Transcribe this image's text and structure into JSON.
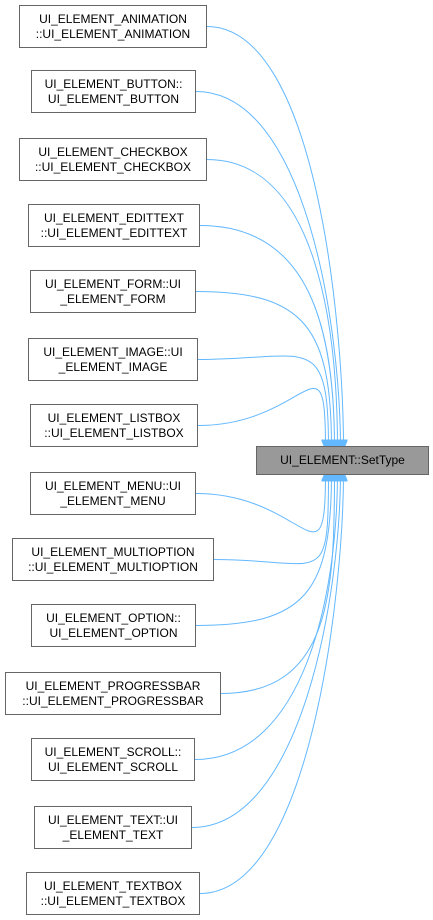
{
  "graph": {
    "target": {
      "label": "UI_ELEMENT::SetType"
    },
    "callers": [
      {
        "line1": "UI_ELEMENT_ANIMATION",
        "line2": "::UI_ELEMENT_ANIMATION"
      },
      {
        "line1": "UI_ELEMENT_BUTTON::",
        "line2": "UI_ELEMENT_BUTTON"
      },
      {
        "line1": "UI_ELEMENT_CHECKBOX",
        "line2": "::UI_ELEMENT_CHECKBOX"
      },
      {
        "line1": "UI_ELEMENT_EDITTEXT",
        "line2": "::UI_ELEMENT_EDITTEXT"
      },
      {
        "line1": "UI_ELEMENT_FORM::UI",
        "line2": "_ELEMENT_FORM"
      },
      {
        "line1": "UI_ELEMENT_IMAGE::UI",
        "line2": "_ELEMENT_IMAGE"
      },
      {
        "line1": "UI_ELEMENT_LISTBOX",
        "line2": "::UI_ELEMENT_LISTBOX"
      },
      {
        "line1": "UI_ELEMENT_MENU::UI",
        "line2": "_ELEMENT_MENU"
      },
      {
        "line1": "UI_ELEMENT_MULTIOPTION",
        "line2": "::UI_ELEMENT_MULTIOPTION"
      },
      {
        "line1": "UI_ELEMENT_OPTION::",
        "line2": "UI_ELEMENT_OPTION"
      },
      {
        "line1": "UI_ELEMENT_PROGRESSBAR",
        "line2": "::UI_ELEMENT_PROGRESSBAR"
      },
      {
        "line1": "UI_ELEMENT_SCROLL::",
        "line2": "UI_ELEMENT_SCROLL"
      },
      {
        "line1": "UI_ELEMENT_TEXT::UI",
        "line2": "_ELEMENT_TEXT"
      },
      {
        "line1": "UI_ELEMENT_TEXTBOX",
        "line2": "::UI_ELEMENT_TEXTBOX"
      }
    ],
    "edge_color": "#63b8ff",
    "node_border_color": "#666666",
    "target_fill_color": "#999999"
  }
}
